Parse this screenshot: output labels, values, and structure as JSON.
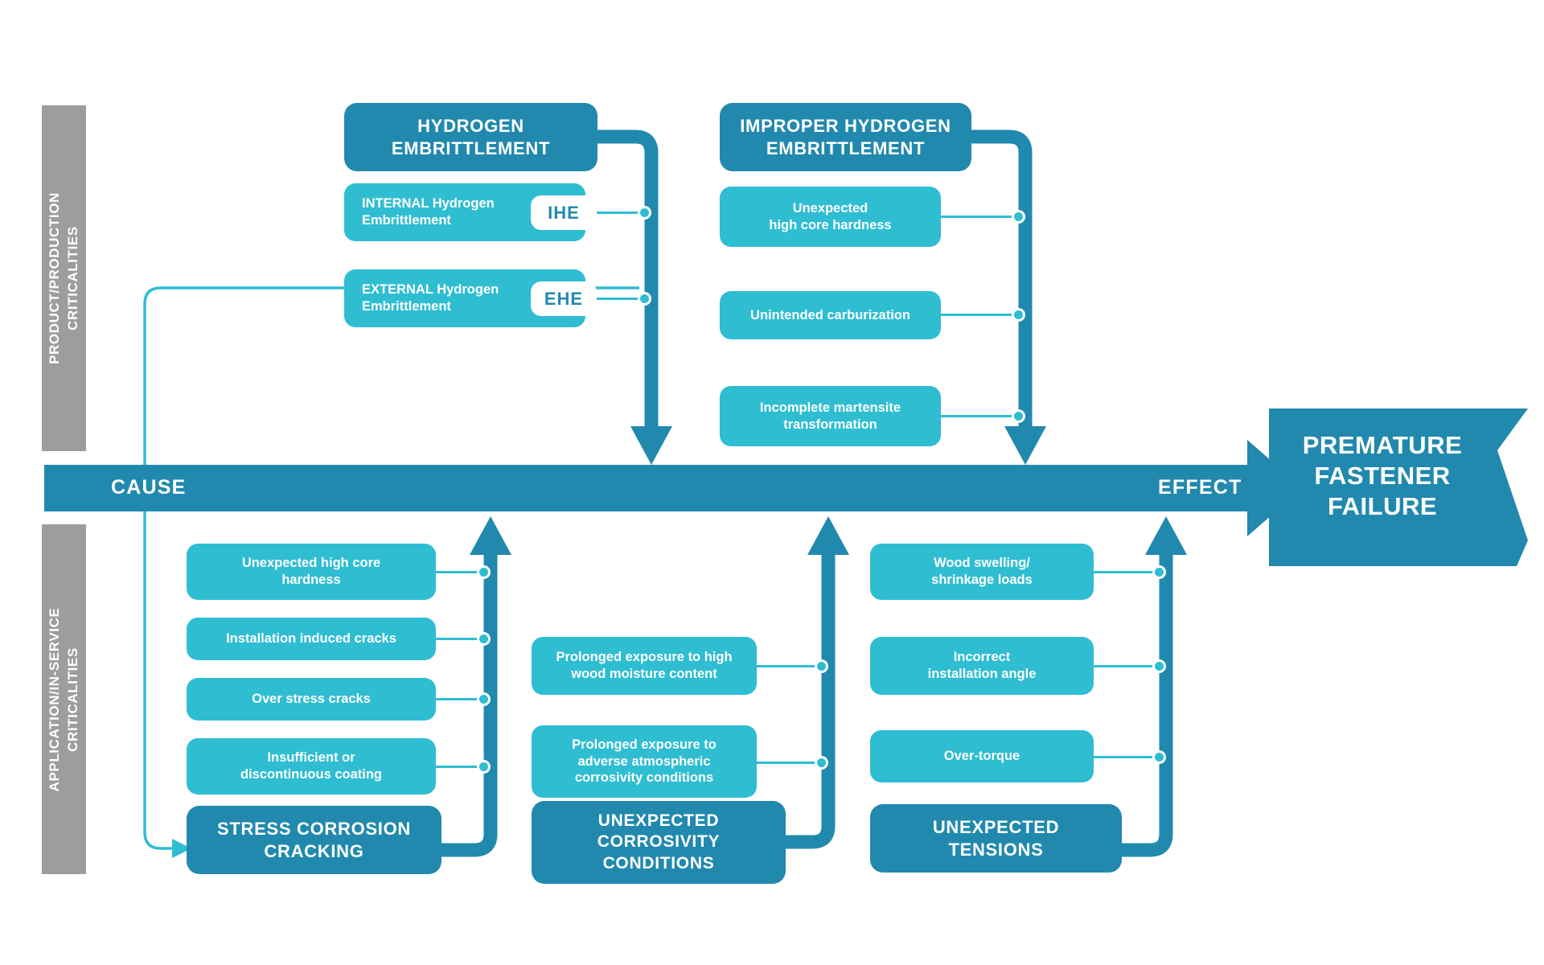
{
  "bands": {
    "top": "PRODUCT/PRODUCTION\nCRITICALITIES",
    "top_line1": "PRODUCT/PRODUCTION",
    "top_line2": "CRITICALITIES",
    "bottom_line1": "APPLICATION/IN-SERVICE",
    "bottom_line2": "CRITICALITIES"
  },
  "axis": {
    "cause_label": "CAUSE",
    "effect_label": "EFFECT"
  },
  "outcome": {
    "line1": "PREMATURE",
    "line2": "FASTENER",
    "line3": "FAILURE"
  },
  "groups": {
    "hydrogen_embrittlement": {
      "title_line1": "HYDROGEN",
      "title_line2": "EMBRITTLEMENT",
      "items": [
        {
          "line1": "INTERNAL Hydrogen",
          "line2": "Embrittlement",
          "badge": "IHE"
        },
        {
          "line1": "EXTERNAL Hydrogen",
          "line2": "Embrittlement",
          "badge": "EHE"
        }
      ]
    },
    "improper_hydrogen_embrittlement": {
      "title_line1": "IMPROPER HYDROGEN",
      "title_line2": "EMBRITTLEMENT",
      "items": [
        {
          "line1": "Unexpected",
          "line2": "high core hardness"
        },
        {
          "line1": "Unintended carburization",
          "line2": ""
        },
        {
          "line1": "Incomplete martensite",
          "line2": "transformation"
        }
      ]
    },
    "stress_corrosion_cracking": {
      "title_line1": "STRESS CORROSION",
      "title_line2": "CRACKING",
      "items": [
        {
          "line1": "Unexpected high core",
          "line2": "hardness"
        },
        {
          "line1": "Installation induced cracks",
          "line2": ""
        },
        {
          "line1": "Over stress cracks",
          "line2": ""
        },
        {
          "line1": "Insufficient or",
          "line2": "discontinuous coating"
        }
      ]
    },
    "unexpected_corrosivity_conditions": {
      "title_line1": "UNEXPECTED",
      "title_line2": "CORROSIVITY",
      "title_line3": "CONDITIONS",
      "items": [
        {
          "line1": "Prolonged exposure to high",
          "line2": "wood moisture content",
          "line3": ""
        },
        {
          "line1": "Prolonged exposure to",
          "line2": "adverse atmospheric",
          "line3": "corrosivity conditions"
        }
      ]
    },
    "unexpected_tensions": {
      "title_line1": "UNEXPECTED",
      "title_line2": "TENSIONS",
      "items": [
        {
          "line1": "Wood swelling/",
          "line2": "shrinkage loads"
        },
        {
          "line1": "Incorrect",
          "line2": "installation angle"
        },
        {
          "line1": "Over-torque",
          "line2": ""
        }
      ]
    }
  },
  "colors": {
    "dark_teal": "#2189ae",
    "light_teal": "#2fbdd2",
    "gray_band": "#9d9d9d",
    "white": "#ffffff"
  }
}
